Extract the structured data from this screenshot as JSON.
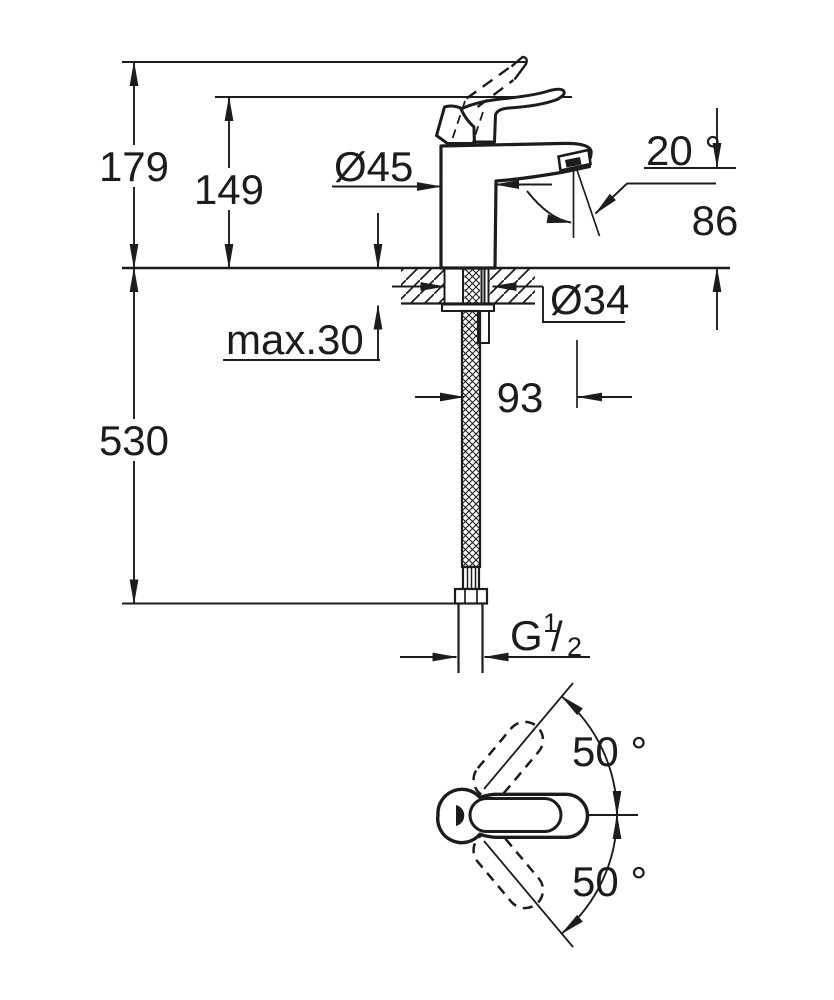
{
  "colors": {
    "ink": "#1c1c1c",
    "background": "#ffffff"
  },
  "side_view": {
    "total_height": "179",
    "handle_height": "149",
    "body_diameter": "Ø45",
    "spout_angle": "20 °",
    "spout_outlet_height": "86",
    "mounting_hole_diameter": "Ø34",
    "max_mounting_thickness": "max.30",
    "spout_reach": "93",
    "hose_length": "530",
    "thread": {
      "letter": "G",
      "numerator": "1",
      "slash": "/",
      "denominator": "2"
    }
  },
  "top_view": {
    "swivel_upper": "50 °",
    "swivel_lower": "50 °"
  }
}
